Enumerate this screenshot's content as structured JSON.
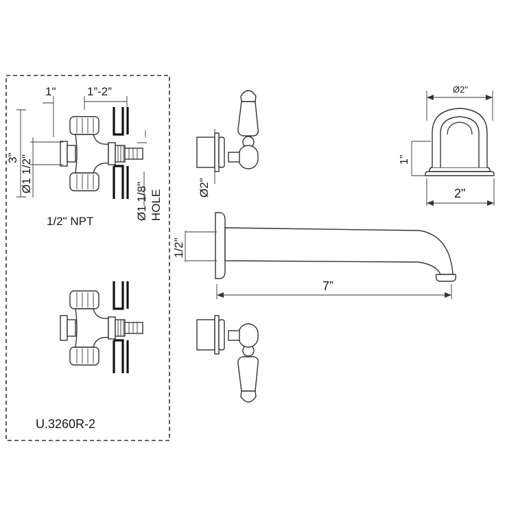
{
  "model": "U.3260R-2",
  "valve_dims": {
    "offset": "1\"",
    "depth_range": "1”-2”",
    "height": "3\"",
    "flange_dia": "Ø1 1/2\"",
    "connection": "1/2\" NPT",
    "hole": "Ø1 1/8\"",
    "hole_word": "HOLE"
  },
  "handle_dims": {
    "escutcheon": "Ø2\""
  },
  "spout_dims": {
    "height": "1/2\"",
    "reach": "7”"
  },
  "end_view_dims": {
    "top_dia": "Ø2\"",
    "height": "1”",
    "width": "2\""
  },
  "colors": {
    "line": "#333333",
    "text": "#1a1a1a"
  }
}
